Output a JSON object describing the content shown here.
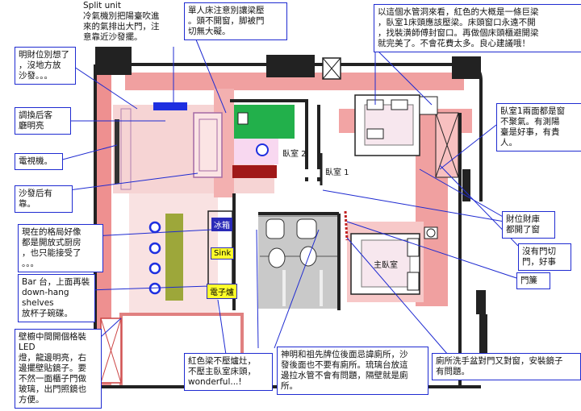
{
  "colors": {
    "beam": "#f0b8b8",
    "beam_dark": "#e04848",
    "wall": "#222222",
    "note_border": "#1f2bd1",
    "annotation_line": "#1f2bd1",
    "green_block": "#22b04b",
    "bar_counter": "#9da73a"
  },
  "rooms": {
    "room2": "臥室 2",
    "room1": "臥室 1",
    "master": "主臥室"
  },
  "appliances": {
    "fridge": "冰箱",
    "sink": "Sink",
    "stove": "電子爐"
  },
  "notes": {
    "split_unit": "Split unit\n冷氣機別把陽臺吹進\n來的氣排出大門，注\n意靠近沙發擺。",
    "single_bed": "單人床注意別讓梁壓\n。頭不開窗，脚被門\n切無大礙。",
    "water_pipe": "以這個水管洞來看，紅色的大概是一條巨梁\n，臥室1床頭應該壓梁。床頭窗口永遠不開\n，找裝潢師傅封窗口。再做個床頭櫃避開梁\n就完美了。不會花費太多。良心建議哦！",
    "wealth_position": "明財位別想了\n，沒地方放\n沙發。。。",
    "swap_living": "調換后客\n廳明亮",
    "tv_cabinet": "電視機。",
    "sofa_wall": "沙發后有靠。",
    "open_kitchen": "現在的格局好像\n都是開放式厨房\n，也只能接受了\n。。。",
    "bar": "Bar 台，上面再裝\ndown-hang\nshelves\n放杯子碗碟。",
    "wall_cabinet": "壁櫥中間開個格裝\nLED\n燈，龍邊明亮，右\n邊擺壁貼鏡子。要\n不然一面櫃子門做\n玻璃，出門照鏡也\n方便。",
    "red_beam": "紅色梁不壓爐灶，\n不壓主臥室床頭，\nwonderful...!",
    "ancestors": "神明和祖先牌位後面忌諱廁所，沙\n發後面也不要有廁所。琉璃台放這\n邊拉水管不會有問題，隔壁就是廁\n所。",
    "washbasin": "廁所洗手盆對門又對窗，安裝鏡子\n有問題。",
    "bedroom1_windows": "臥室1兩面都是窗\n不聚氣。有測陽\n臺是好事，有貴\n人。",
    "wealth_warehouse": "財位財庫\n都開了窗",
    "door_cut": "沒有門切\n門，好事",
    "door_curtain": "門簾"
  }
}
